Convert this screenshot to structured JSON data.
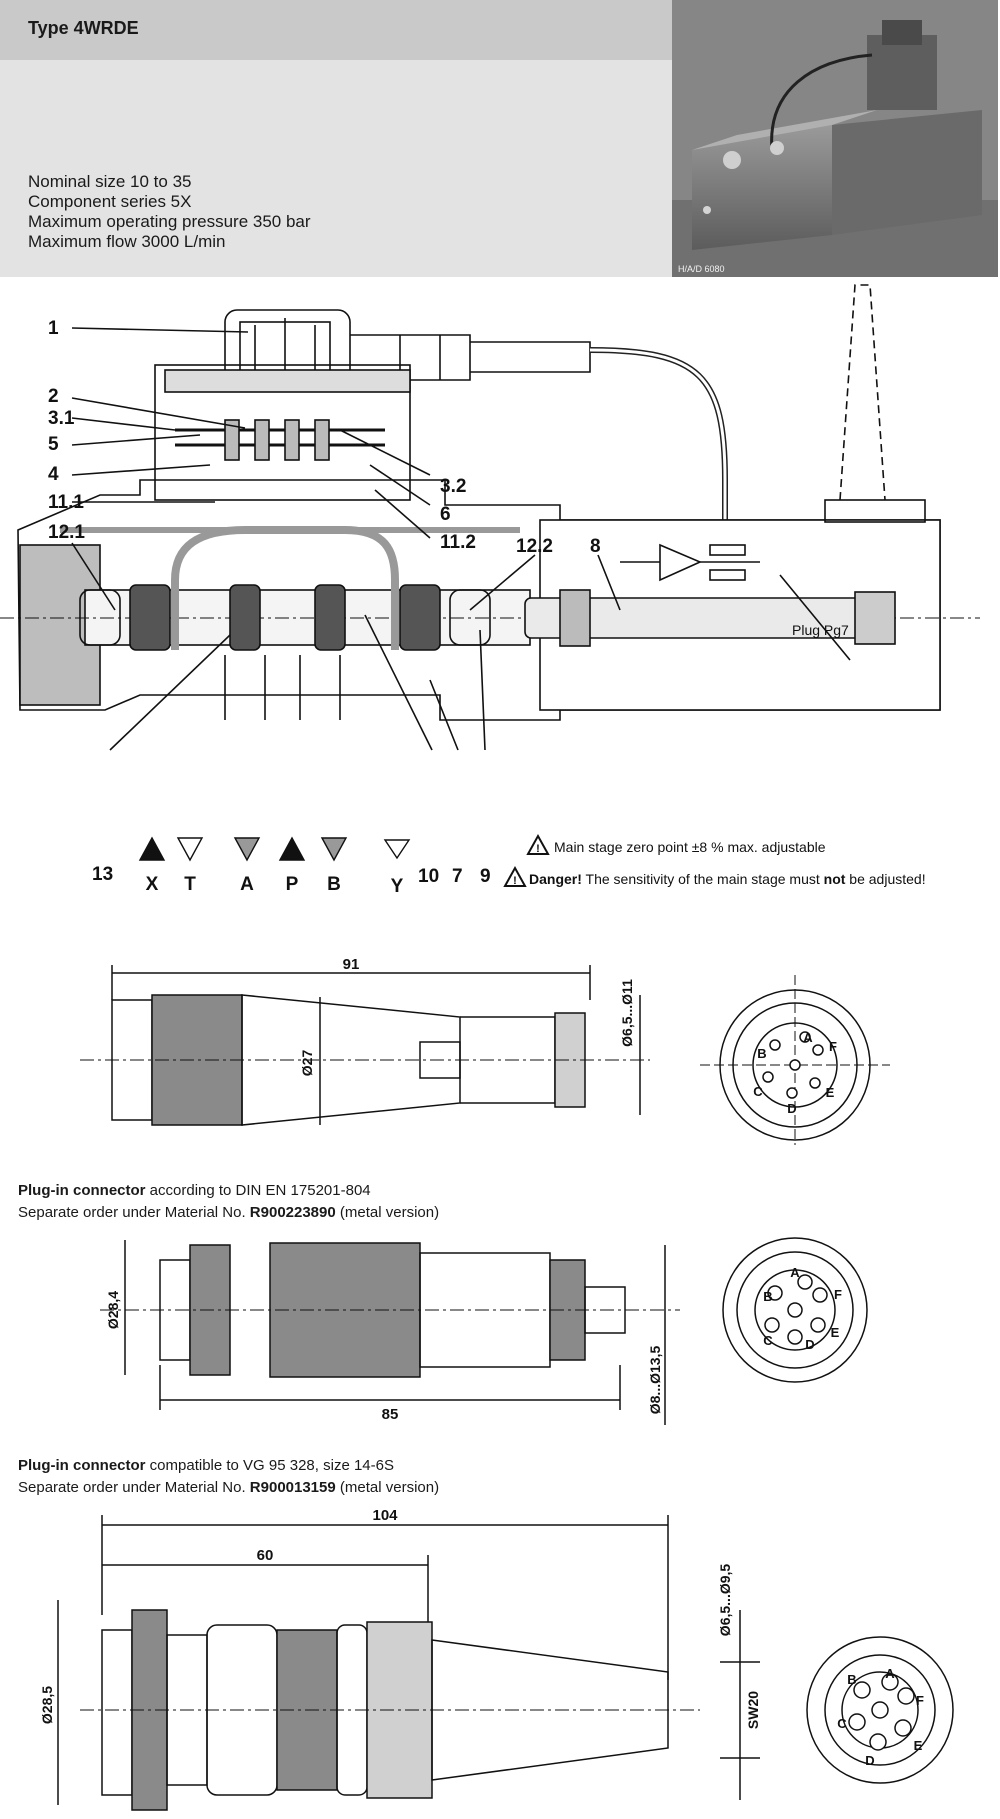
{
  "header": {
    "title": "Type 4WRDE",
    "specs": [
      "Nominal size 10 to 35",
      "Component series 5X",
      "Maximum operating pressure 350 bar",
      "Maximum flow 3000 L/min"
    ],
    "photo_code": "H/A/D 6080"
  },
  "section_view": {
    "callouts": [
      "1",
      "2",
      "3.1",
      "5",
      "4",
      "11.1",
      "12.1",
      "3.2",
      "6",
      "11.2",
      "12.2",
      "8",
      "13",
      "10",
      "7",
      "9"
    ],
    "ports": [
      "X",
      "T",
      "A",
      "P",
      "B",
      "Y"
    ],
    "plug_label": "Plug Pg7",
    "note_zero": "Main stage zero point ±8 % max. adjustable",
    "note_danger_strong": "Danger!",
    "note_danger_pre": " The sensitivity of the main stage must ",
    "note_danger_not": "not",
    "note_danger_post": " be adjusted!"
  },
  "connector1": {
    "dim_length": "91",
    "dim_dia": "Ø27",
    "dim_cable": "Ø6,5...Ø11",
    "pins": [
      "A",
      "B",
      "C",
      "D",
      "E",
      "F"
    ]
  },
  "caption1": {
    "bold": "Plug-in connector",
    "rest": " according to DIN EN 175201-804",
    "order_pre": "Separate order under Material No. ",
    "order_no": "R900223890",
    "order_post": " (metal version)"
  },
  "connector2": {
    "dim_length": "85",
    "dim_dia": "Ø28,4",
    "dim_cable": "Ø8...Ø13,5",
    "pins": [
      "A",
      "B",
      "C",
      "D",
      "E",
      "F"
    ]
  },
  "caption2": {
    "bold": "Plug-in connector",
    "rest": " compatible to VG 95 328, size 14-6S",
    "order_pre": "Separate order under Material No. ",
    "order_no": "R900013159",
    "order_post": " (metal version)"
  },
  "connector3": {
    "dim_total": "104",
    "dim_60": "60",
    "dim_dia": "Ø28,5",
    "dim_cable": "Ø6,5...Ø9,5",
    "dim_sw": "SW20",
    "pins": [
      "A",
      "B",
      "C",
      "D",
      "E",
      "F"
    ]
  }
}
